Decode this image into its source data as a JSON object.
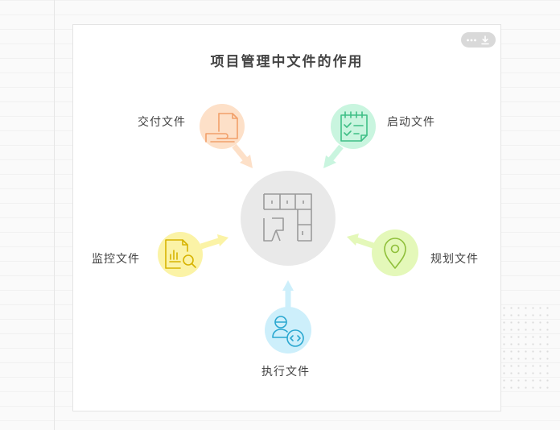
{
  "diagram": {
    "title": "项目管理中文件的作用",
    "nodes": [
      {
        "id": "delivery",
        "label": "交付文件",
        "icon": "document-hand-icon",
        "color": "#f2a06a",
        "fill": "#fde0c8"
      },
      {
        "id": "startup",
        "label": "启动文件",
        "icon": "checklist-calendar-icon",
        "color": "#3fbf86",
        "fill": "#c9f5df"
      },
      {
        "id": "monitoring",
        "label": "监控文件",
        "icon": "report-magnifier-icon",
        "color": "#d7b300",
        "fill": "#fbf3a6"
      },
      {
        "id": "planning",
        "label": "规划文件",
        "icon": "location-pin-icon",
        "color": "#8fbf3a",
        "fill": "#e4f8b9"
      },
      {
        "id": "execution",
        "label": "执行文件",
        "icon": "developer-code-icon",
        "color": "#2aa7d0",
        "fill": "#cdeffb"
      }
    ],
    "center": {
      "icon": "floor-plan-icon",
      "fill": "#e9e9e9",
      "color": "#9a9a9a"
    }
  },
  "toolbar": {
    "more_icon": "more-dots-icon",
    "download_icon": "download-icon"
  }
}
